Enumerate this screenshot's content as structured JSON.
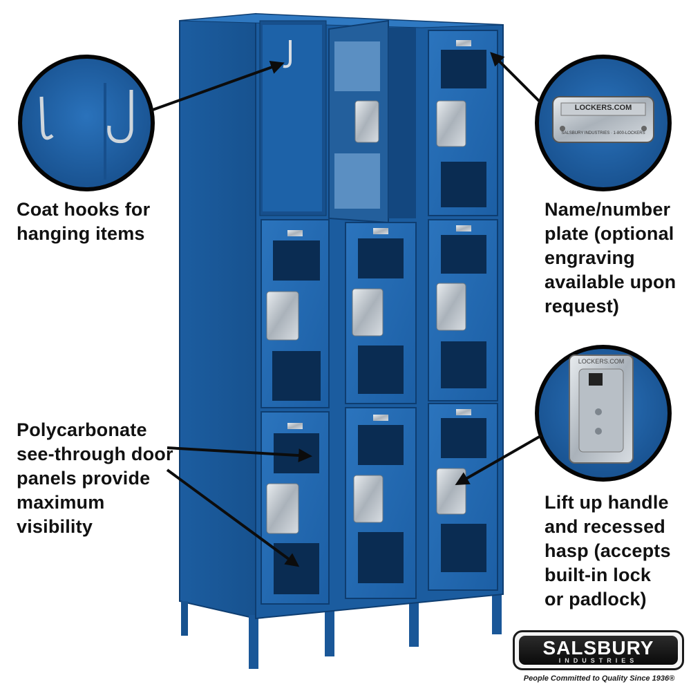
{
  "callouts": {
    "coat_hooks": "Coat hooks for\nhanging items",
    "name_plate": "Name/number\nplate (optional\nengraving\navailable upon\nrequest)",
    "polycarbonate": "Polycarbonate\nsee-through door\npanels provide\nmaximum\nvisibility",
    "handle": "Lift up handle\nand recessed\nhasp (accepts\nbuilt-in lock\nor padlock)"
  },
  "plate": {
    "brand": "LOCKERS.COM",
    "maker": "SALSBURY INDUSTRIES · 1-800-LOCKERS"
  },
  "handle_plate": "LOCKERS.COM",
  "logo": {
    "name": "SALSBURY",
    "sub": "INDUSTRIES",
    "tagline": "People Committed to Quality Since 1936®"
  },
  "colors": {
    "locker_blue": "#1f63a8",
    "locker_dark": "#0e3d70",
    "window": "#0a2c52"
  }
}
